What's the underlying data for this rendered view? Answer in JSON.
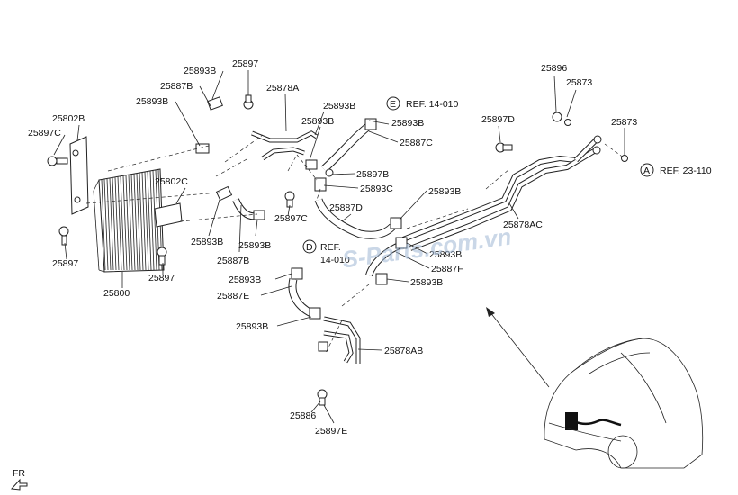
{
  "callouts": {
    "c25893B_a": "25893B",
    "c25887B": "25887B",
    "c25893B_b": "25893B",
    "c25897_top": "25897",
    "c25878A": "25878A",
    "c25802B": "25802B",
    "c25897C_left": "25897C",
    "c25802C": "25802C",
    "c25897_left": "25897",
    "c25897_mid": "25897",
    "c25800": "25800",
    "c25893B_c": "25893B",
    "c25893B_d": "25893B",
    "c25887B_b": "25887B",
    "c25897C_mid": "25897C",
    "c25893B_e": "25893B",
    "c25893B_f": "25893B",
    "c25887C": "25887C",
    "c25897B": "25897B",
    "c25893C": "25893C",
    "c25887D": "25887D",
    "c25893B_g": "25893B",
    "c25893B_h": "25893B",
    "c25887F": "25887F",
    "c25893B_i": "25893B",
    "c25893B_j": "25893B",
    "c25887E": "25887E",
    "c25893B_k": "25893B",
    "c25878AB": "25878AB",
    "c25886": "25886",
    "c25897E": "25897E",
    "c25896": "25896",
    "c25873_a": "25873",
    "c25873_b": "25873",
    "c25897D": "25897D",
    "c25878AC": "25878AC"
  },
  "refs": {
    "e_letter": "E",
    "e_text": "REF. 14-010",
    "d_letter": "D",
    "d_text_1": "REF.",
    "d_text_2": "14-010",
    "a_letter": "A",
    "a_text": "REF. 23-110"
  },
  "direction_label": "FR",
  "watermark": "S-Parts.com.vn",
  "colors": {
    "line": "#222222",
    "watermark": "#9fb7d4"
  }
}
